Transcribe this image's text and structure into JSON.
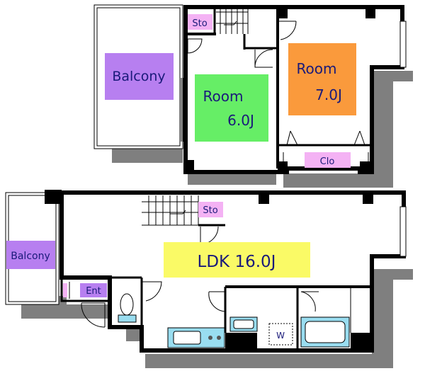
{
  "upper": {
    "balcony": "Balcony",
    "storage": "Sto",
    "room_left": {
      "name": "Room",
      "size": "6.0J"
    },
    "room_right": {
      "name": "Room",
      "size": "7.0J"
    },
    "closet": "Clo"
  },
  "lower": {
    "balcony": "Balcony",
    "storage": "Sto",
    "ldk": "LDK 16.0J",
    "entrance": "Ent",
    "washer": "W"
  },
  "colors": {
    "balcony": "#b77ff0",
    "room_left": "#66ee66",
    "room_right": "#fa9a3c",
    "ldk": "#fafa66",
    "small_labels": "#f4b2f4",
    "fixtures": "#99ddf0",
    "wall": "#000000",
    "shadow": "#7f7f7f"
  }
}
